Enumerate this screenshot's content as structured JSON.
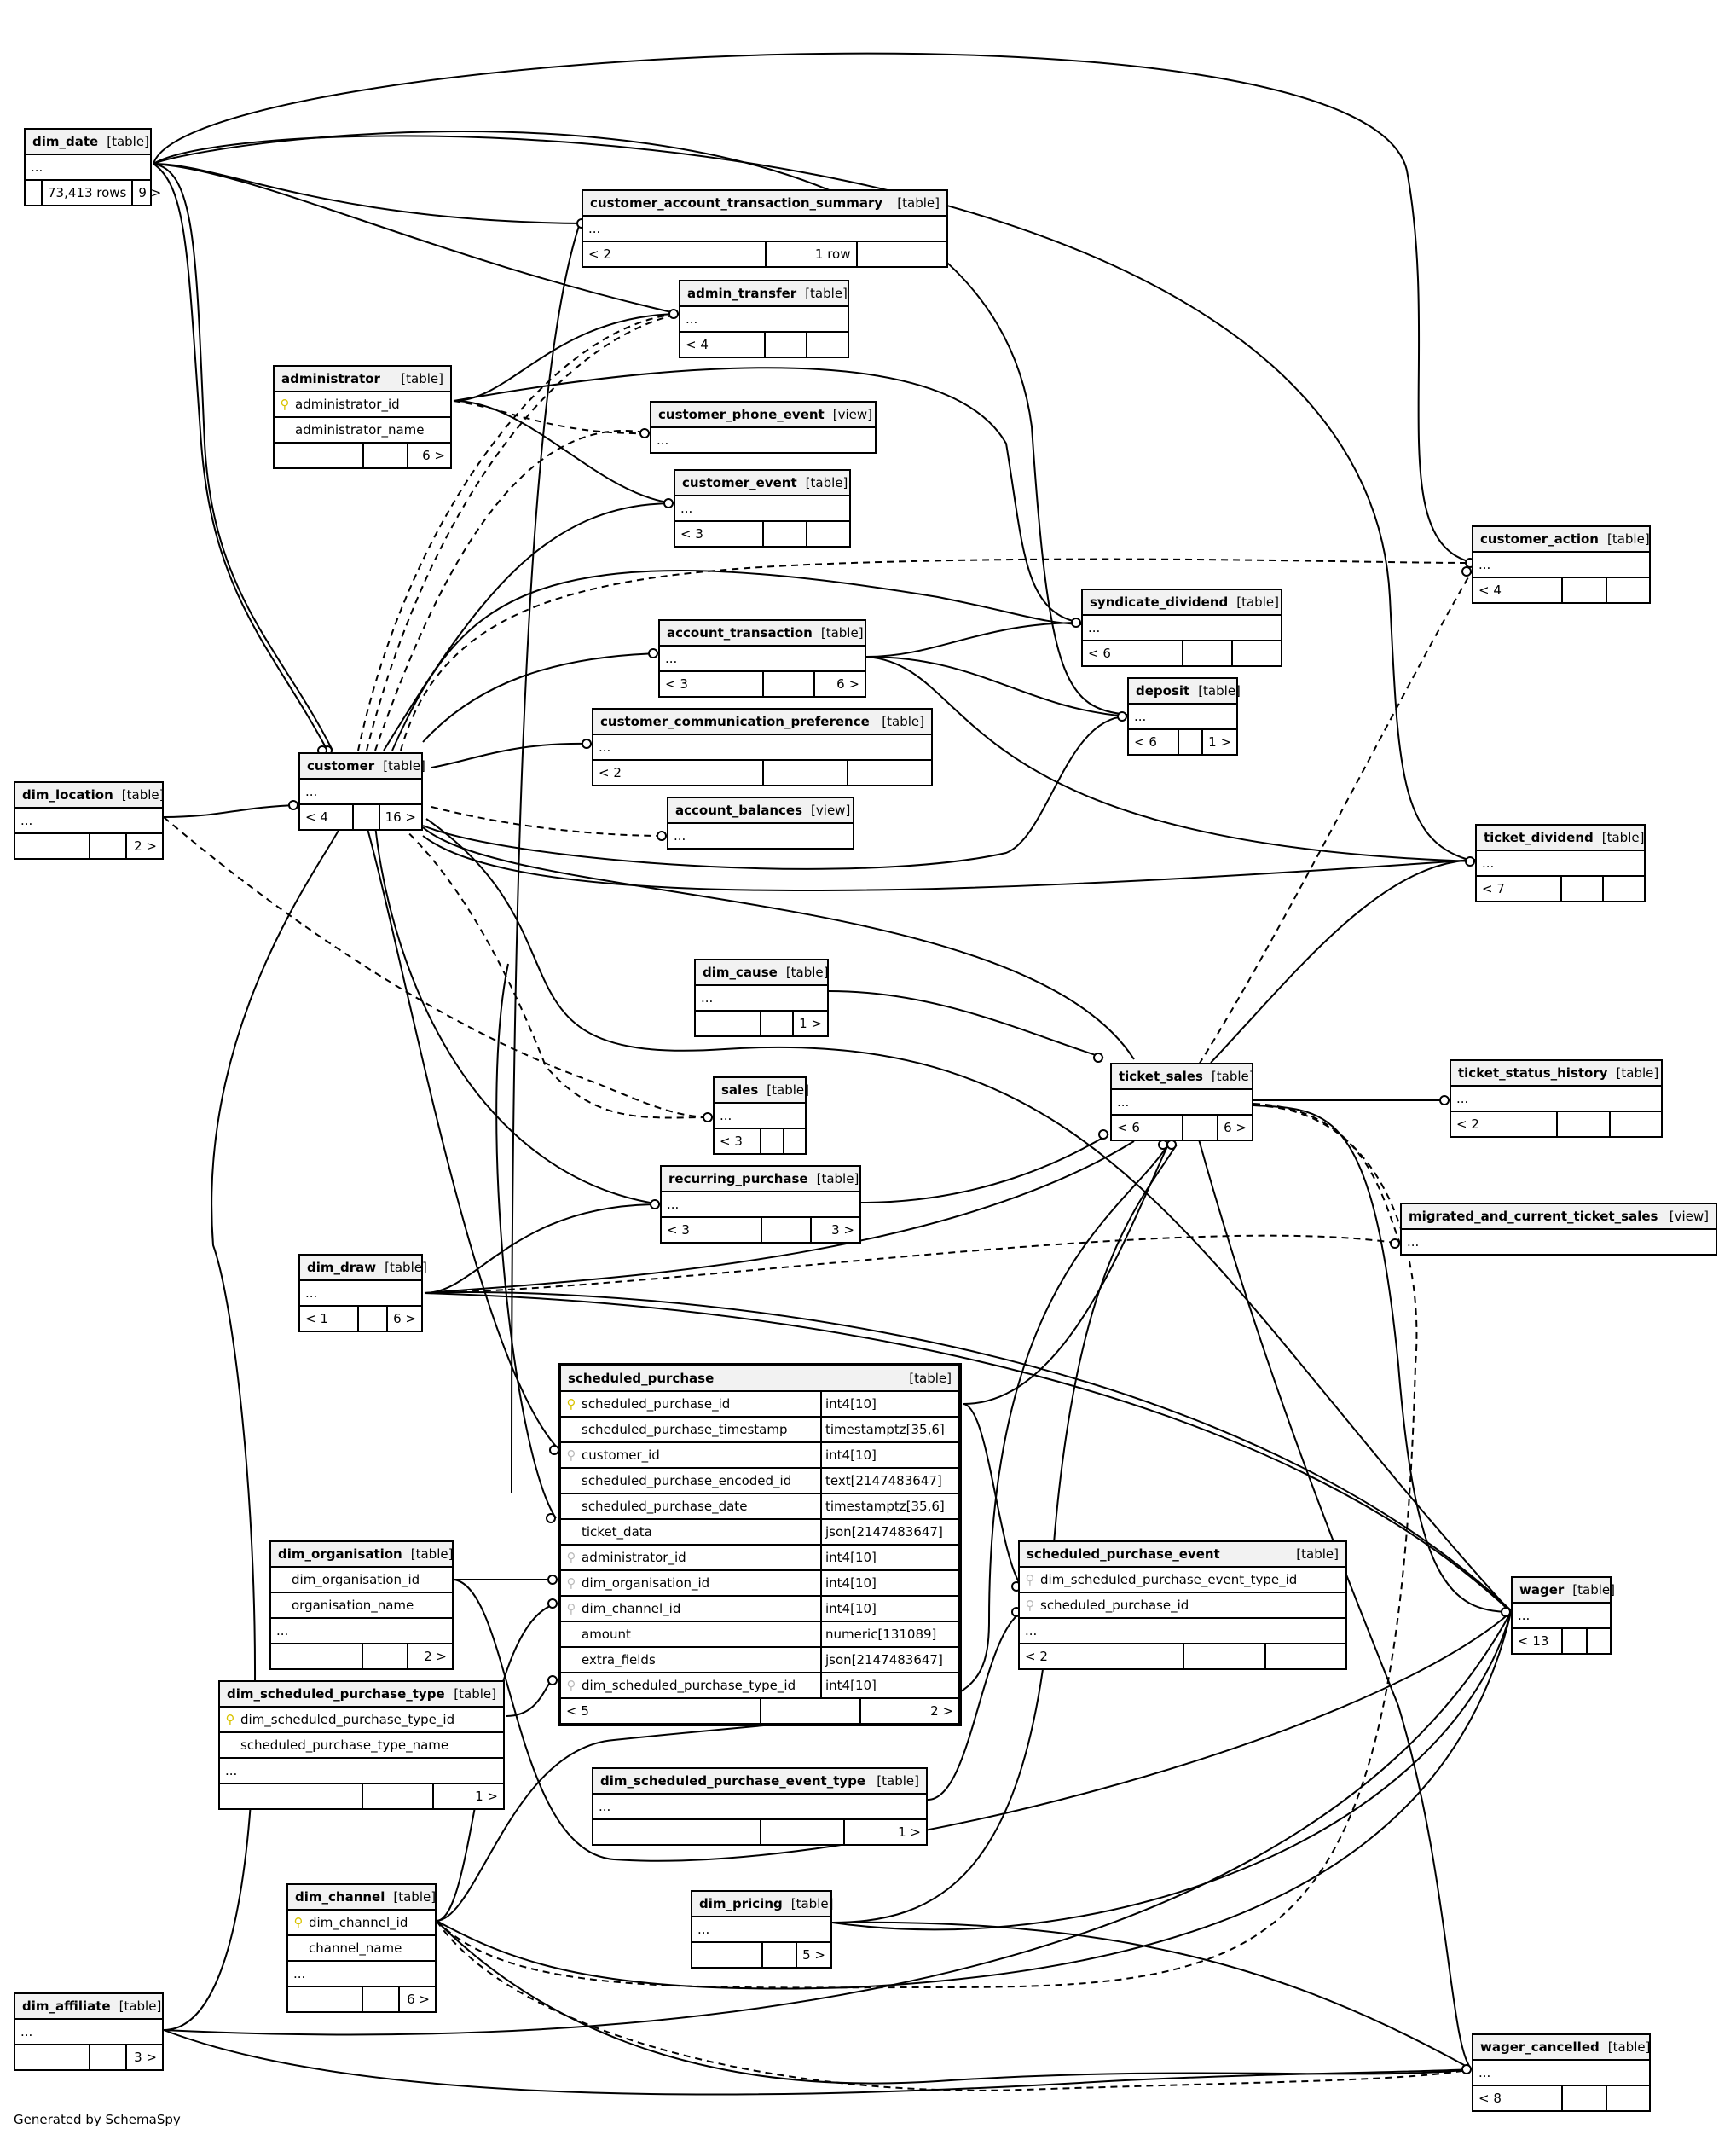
{
  "footer": {
    "generated_by": "Generated by SchemaSpy"
  },
  "tables": {
    "dim_date": {
      "name": "dim_date",
      "type": "[table]",
      "body": "...",
      "ft": [
        "",
        "73,413 rows",
        "9 >"
      ]
    },
    "customer_account_transaction_summary": {
      "name": "customer_account_transaction_summary",
      "type": "[table]",
      "body": "...",
      "ft": [
        "< 2",
        "1 row",
        ""
      ]
    },
    "admin_transfer": {
      "name": "admin_transfer",
      "type": "[table]",
      "body": "...",
      "ft": [
        "< 4",
        "",
        ""
      ]
    },
    "administrator": {
      "name": "administrator",
      "type": "[table]",
      "cols": [
        "administrator_id",
        "administrator_name"
      ],
      "ft": [
        "",
        "",
        "6 >"
      ]
    },
    "customer_phone_event": {
      "name": "customer_phone_event",
      "type": "[view]",
      "body": "..."
    },
    "customer_event": {
      "name": "customer_event",
      "type": "[table]",
      "body": "...",
      "ft": [
        "< 3",
        "",
        ""
      ]
    },
    "customer_action": {
      "name": "customer_action",
      "type": "[table]",
      "body": "...",
      "ft": [
        "< 4",
        "",
        ""
      ]
    },
    "syndicate_dividend": {
      "name": "syndicate_dividend",
      "type": "[table]",
      "body": "...",
      "ft": [
        "< 6",
        "",
        ""
      ]
    },
    "account_transaction": {
      "name": "account_transaction",
      "type": "[table]",
      "body": "...",
      "ft": [
        "< 3",
        "",
        "6 >"
      ]
    },
    "deposit": {
      "name": "deposit",
      "type": "[table]",
      "body": "...",
      "ft": [
        "< 6",
        "",
        "1 >"
      ]
    },
    "customer_communication_preference": {
      "name": "customer_communication_preference",
      "type": "[table]",
      "body": "...",
      "ft": [
        "< 2",
        "",
        ""
      ]
    },
    "dim_location": {
      "name": "dim_location",
      "type": "[table]",
      "body": "...",
      "ft": [
        "",
        "",
        "2 >"
      ]
    },
    "customer": {
      "name": "customer",
      "type": "[table]",
      "body": "...",
      "ft": [
        "< 4",
        "",
        "16 >"
      ]
    },
    "account_balances": {
      "name": "account_balances",
      "type": "[view]",
      "body": "..."
    },
    "ticket_dividend": {
      "name": "ticket_dividend",
      "type": "[table]",
      "body": "...",
      "ft": [
        "< 7",
        "",
        ""
      ]
    },
    "dim_cause": {
      "name": "dim_cause",
      "type": "[table]",
      "body": "...",
      "ft": [
        "",
        "",
        "1 >"
      ]
    },
    "ticket_sales": {
      "name": "ticket_sales",
      "type": "[table]",
      "body": "...",
      "ft": [
        "< 6",
        "",
        "6 >"
      ]
    },
    "ticket_status_history": {
      "name": "ticket_status_history",
      "type": "[table]",
      "body": "...",
      "ft": [
        "< 2",
        "",
        ""
      ]
    },
    "sales": {
      "name": "sales",
      "type": "[table]",
      "body": "...",
      "ft": [
        "< 3",
        "",
        ""
      ]
    },
    "recurring_purchase": {
      "name": "recurring_purchase",
      "type": "[table]",
      "body": "...",
      "ft": [
        "< 3",
        "",
        "3 >"
      ]
    },
    "migrated_and_current_ticket_sales": {
      "name": "migrated_and_current_ticket_sales",
      "type": "[view]",
      "body": "..."
    },
    "dim_draw": {
      "name": "dim_draw",
      "type": "[table]",
      "body": "...",
      "ft": [
        "< 1",
        "",
        "6 >"
      ]
    },
    "scheduled_purchase": {
      "name": "scheduled_purchase",
      "type": "[table]",
      "cols": [
        [
          "scheduled_purchase_id",
          "int4[10]"
        ],
        [
          "scheduled_purchase_timestamp",
          "timestamptz[35,6]"
        ],
        [
          "customer_id",
          "int4[10]"
        ],
        [
          "scheduled_purchase_encoded_id",
          "text[2147483647]"
        ],
        [
          "scheduled_purchase_date",
          "timestamptz[35,6]"
        ],
        [
          "ticket_data",
          "json[2147483647]"
        ],
        [
          "administrator_id",
          "int4[10]"
        ],
        [
          "dim_organisation_id",
          "int4[10]"
        ],
        [
          "dim_channel_id",
          "int4[10]"
        ],
        [
          "amount",
          "numeric[131089]"
        ],
        [
          "extra_fields",
          "json[2147483647]"
        ],
        [
          "dim_scheduled_purchase_type_id",
          "int4[10]"
        ]
      ],
      "ft": [
        "< 5",
        "",
        "2 >"
      ]
    },
    "dim_organisation": {
      "name": "dim_organisation",
      "type": "[table]",
      "cols": [
        "dim_organisation_id",
        "organisation_name"
      ],
      "body": "...",
      "ft": [
        "",
        "",
        "2 >"
      ]
    },
    "scheduled_purchase_event": {
      "name": "scheduled_purchase_event",
      "type": "[table]",
      "cols": [
        "dim_scheduled_purchase_event_type_id",
        "scheduled_purchase_id"
      ],
      "body": "...",
      "ft": [
        "< 2",
        "",
        ""
      ]
    },
    "wager": {
      "name": "wager",
      "type": "[table]",
      "body": "...",
      "ft": [
        "< 13",
        "",
        ""
      ]
    },
    "dim_scheduled_purchase_type": {
      "name": "dim_scheduled_purchase_type",
      "type": "[table]",
      "cols": [
        "dim_scheduled_purchase_type_id",
        "scheduled_purchase_type_name"
      ],
      "body": "...",
      "ft": [
        "",
        "",
        "1 >"
      ]
    },
    "dim_scheduled_purchase_event_type": {
      "name": "dim_scheduled_purchase_event_type",
      "type": "[table]",
      "body": "...",
      "ft": [
        "",
        "",
        "1 >"
      ]
    },
    "dim_channel": {
      "name": "dim_channel",
      "type": "[table]",
      "cols": [
        "dim_channel_id",
        "channel_name"
      ],
      "body": "...",
      "ft": [
        "",
        "",
        "6 >"
      ]
    },
    "dim_pricing": {
      "name": "dim_pricing",
      "type": "[table]",
      "body": "...",
      "ft": [
        "",
        "",
        "5 >"
      ]
    },
    "dim_affiliate": {
      "name": "dim_affiliate",
      "type": "[table]",
      "body": "...",
      "ft": [
        "",
        "",
        "3 >"
      ]
    },
    "wager_cancelled": {
      "name": "wager_cancelled",
      "type": "[table]",
      "body": "...",
      "ft": [
        "< 8",
        "",
        ""
      ]
    }
  }
}
